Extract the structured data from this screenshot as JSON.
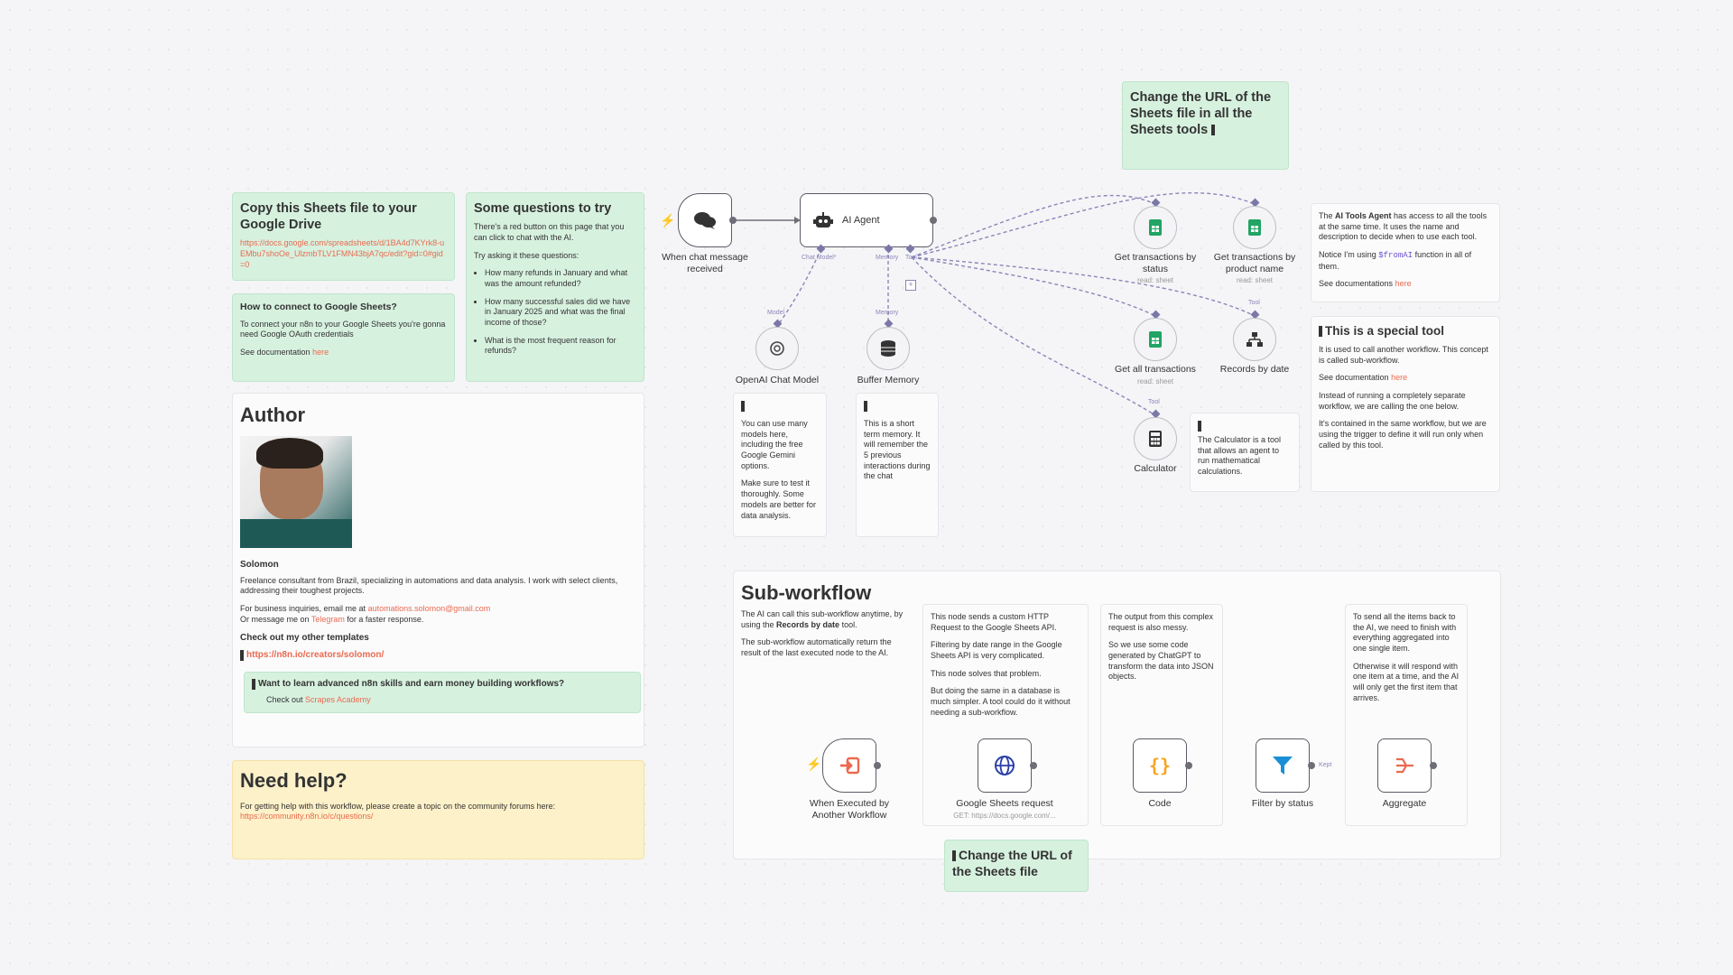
{
  "copy_note": {
    "title": "Copy this Sheets file to your Google Drive",
    "url": "https://docs.google.com/spreadsheets/d/1BA4d7KYrk8-uEMbu7shoOe_UlzmbTLV1FMN43bjA7qc/edit?gid=0#gid=0"
  },
  "connect_note": {
    "title": "How to connect to Google Sheets?",
    "body": "To connect your n8n to your Google Sheets you're gonna need Google OAuth credentials",
    "doc_prefix": "See documentation ",
    "doc_link": "here"
  },
  "questions_note": {
    "title": "Some questions to try",
    "intro": "There's a red button on this page that you can click to chat with the AI.",
    "ask": "Try asking it these questions:",
    "items": [
      "How many refunds in January and what was the amount refunded?",
      "How many successful sales did we have in January 2025 and what was the final income of those?",
      "What is the most frequent reason for refunds?"
    ]
  },
  "author": {
    "heading": "Author",
    "name": "Solomon",
    "bio": "Freelance consultant from Brazil, specializing in automations and data analysis. I work with select clients, addressing their toughest projects.",
    "business_prefix": "For business inquiries, email me at ",
    "email": "automations.solomon@gmail.com",
    "message_prefix": "Or message me on ",
    "telegram": "Telegram",
    "message_suffix": " for a faster response.",
    "templates_heading": "Check out my other templates",
    "templates_link": "https://n8n.io/creators/solomon/",
    "promo_title": "Want to learn advanced n8n skills and earn money building workflows?",
    "promo_prefix": "Check out ",
    "promo_link": "Scrapes Academy"
  },
  "help": {
    "heading": "Need help?",
    "body": "For getting help with this workflow, please create a topic on the community forums here:",
    "link": "https://community.n8n.io/c/questions/"
  },
  "change_url_top": {
    "title": "Change the URL of the Sheets file in all the Sheets tools"
  },
  "agent_note": {
    "p1_pre": "The ",
    "p1_bold": "AI Tools Agent",
    "p1_post": " has access to all the tools at the same time. It uses the name and description to decide when to use each tool.",
    "p2_pre": "Notice I'm using ",
    "p2_code": "$fromAI",
    "p2_post": " function in all of them.",
    "doc_prefix": "See documentations ",
    "doc_link": "here"
  },
  "special_note": {
    "title": "This is a special tool",
    "p1": "It is used to call another workflow. This concept is called sub-workflow.",
    "doc_prefix": "See documentation ",
    "doc_link": "here",
    "p2": "Instead of running a completely separate workflow, we are calling the one below.",
    "p3": "It's contained in the same workflow, but we are using the trigger to define it will run only when called by this tool."
  },
  "models_note": {
    "body1": "You can use many models here, including the free Google Gemini options.",
    "body2": "Make sure to test it thoroughly. Some models are better for data analysis."
  },
  "memory_note": {
    "body": "This is a short term memory. It will remember the 5 previous interactions during the chat"
  },
  "calc_note": {
    "body": "The Calculator is a tool that allows an agent to run mathematical calculations."
  },
  "nodes": {
    "chat_trigger": "When chat message received",
    "agent": "AI Agent",
    "agent_port_model": "Chat Model*",
    "agent_port_memory": "Memory",
    "agent_port_tool": "Tool",
    "openai": "OpenAI Chat Model",
    "openai_port": "Model",
    "memory": "Buffer Memory",
    "memory_port": "Memory",
    "get_status": "Get transactions by status",
    "get_status_sub": "read: sheet",
    "get_product": "Get transactions by product name",
    "get_product_sub": "read: sheet",
    "get_all": "Get all transactions",
    "get_all_sub": "read: sheet",
    "records_date": "Records by date",
    "records_port": "Tool",
    "calculator": "Calculator",
    "calc_port": "Tool"
  },
  "subworkflow": {
    "heading": "Sub-workflow",
    "intro1_pre": "The AI can call this sub-workflow anytime, by using the ",
    "intro1_bold": "Records by date",
    "intro1_post": " tool.",
    "intro2": "The sub-workflow automatically return the result of the last executed node to the AI.",
    "http_note1": "This node sends a custom HTTP Request to the Google Sheets API.",
    "http_note2": "Filtering by date range in the Google Sheets API is very complicated.",
    "http_note3": "This node solves that problem.",
    "http_note4": "But doing the same in a database is much simpler. A tool could do it without needing a sub-workflow.",
    "code_note1": "The output from this complex request is also messy.",
    "code_note2": "So we use some code generated by ChatGPT to transform the data into JSON objects.",
    "agg_note1": "To send all the items back to the AI, we need to finish with everything aggregated into one single item.",
    "agg_note2": "Otherwise it will respond with one item at a time, and the AI will only get the first item that arrives.",
    "n_trigger": "When Executed by Another Workflow",
    "n_http": "Google Sheets request",
    "n_http_sub": "GET: https://docs.google.com/...",
    "n_code": "Code",
    "n_filter": "Filter by status",
    "n_filter_port": "Kept",
    "n_agg": "Aggregate"
  },
  "change_url_bottom": {
    "title": "Change the URL of the Sheets file"
  },
  "colors": {
    "sticky_green": "#d7f1df",
    "sticky_yellow": "#fdf1c9",
    "accent": "#ea6a4f",
    "sheets_green": "#21a464",
    "filter_blue": "#1a8fd6",
    "code_orange": "#f5a623"
  }
}
